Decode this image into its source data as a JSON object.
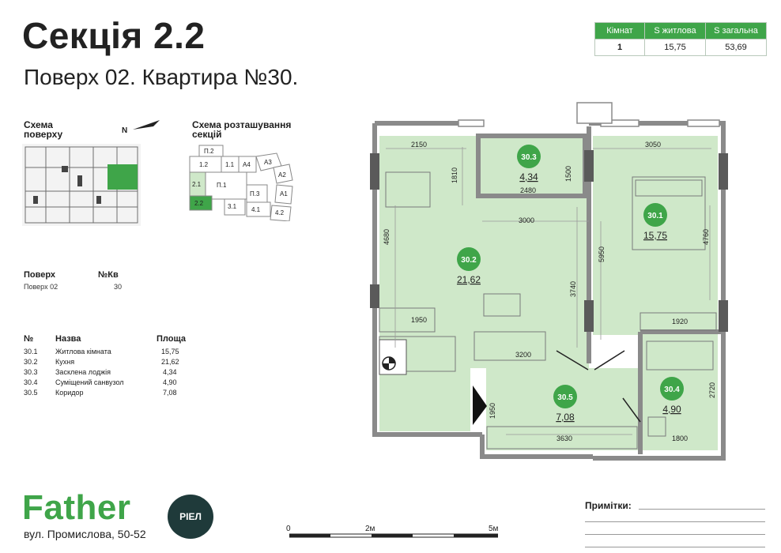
{
  "header": {
    "title": "Секція 2.2",
    "subtitle": "Поверх 02. Квартира №30."
  },
  "specs": {
    "headers": [
      "Кімнат",
      "S житлова",
      "S загальна"
    ],
    "values": [
      "1",
      "15,75",
      "53,69"
    ]
  },
  "schemes": {
    "floor_label": "Схема поверху",
    "north": "N",
    "section_label": "Схема розташування секцій",
    "sections": [
      "П.2",
      "1.2",
      "1.1",
      "A4",
      "A3",
      "A2",
      "2.1",
      "П.1",
      "П.3",
      "A1",
      "2.2",
      "3.1",
      "4.1",
      "4.2"
    ]
  },
  "info": {
    "floor_head": "Поверх",
    "apt_head": "№Кв",
    "floor_value": "Поверх 02",
    "apt_value": "30"
  },
  "rooms": {
    "headers": [
      "№",
      "Назва",
      "Площа"
    ],
    "items": [
      {
        "num": "30.1",
        "name": "Житлова кімната",
        "area": "15,75"
      },
      {
        "num": "30.2",
        "name": "Кухня",
        "area": "21,62"
      },
      {
        "num": "30.3",
        "name": "Засклена лоджія",
        "area": "4,34"
      },
      {
        "num": "30.4",
        "name": "Суміщений санвузол",
        "area": "4,90"
      },
      {
        "num": "30.5",
        "name": "Коридор",
        "area": "7,08"
      }
    ]
  },
  "plan": {
    "markers": [
      {
        "id": "30.3",
        "area": "4,34"
      },
      {
        "id": "30.1",
        "area": "15,75"
      },
      {
        "id": "30.2",
        "area": "21,62"
      },
      {
        "id": "30.5",
        "area": "7,08"
      },
      {
        "id": "30.4",
        "area": "4,90"
      }
    ],
    "dims": [
      "2150",
      "1810",
      "1500",
      "2480",
      "3050",
      "3000",
      "4680",
      "5950",
      "4760",
      "3740",
      "1950",
      "1920",
      "3200",
      "2720",
      "1950",
      "3630",
      "1800"
    ]
  },
  "footer": {
    "brand": "Father",
    "logo": "PIEЛ",
    "address": "вул. Промислова, 50-52",
    "notes_label": "Примітки:",
    "scale": [
      "0",
      "2м",
      "5м"
    ]
  },
  "colors": {
    "accent": "#3fa549",
    "room_fill": "#cfe8c9",
    "wall": "#8a8a8a",
    "logo_bg": "#1f3a3a"
  }
}
